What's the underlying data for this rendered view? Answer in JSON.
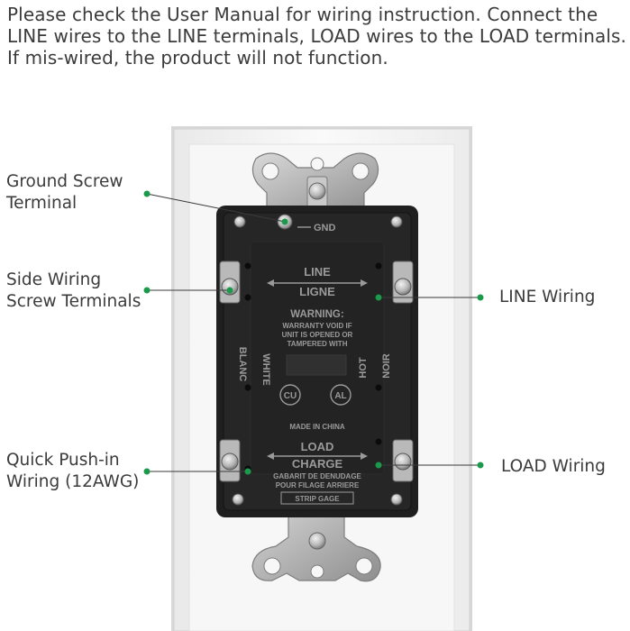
{
  "instructions": {
    "lines": [
      "Please check the User Manual for wiring instruction. Connect the",
      "LINE wires to the LINE terminals, LOAD wires to the LOAD terminals.",
      "If mis-wired, the product will not function."
    ]
  },
  "callouts": {
    "ground_screw": [
      "Ground Screw",
      "Terminal"
    ],
    "side_wiring": [
      "Side Wiring",
      "Screw Terminals"
    ],
    "quick_pushin": [
      "Quick Push-in",
      "Wiring (12AWG)"
    ],
    "line_wiring": "LINE Wiring",
    "load_wiring": "LOAD Wiring"
  },
  "embossed": {
    "gnd": "GND",
    "line": "LINE",
    "ligne": "LIGNE",
    "warning": "WARNING:",
    "warning_1": "WARRANTY VOID IF",
    "warning_2": "UNIT IS OPENED OR",
    "warning_3": "TAMPERED WITH",
    "white": "WHITE",
    "blanc": "BLANC",
    "hot": "HOT",
    "noir": "NOIR",
    "cu": "CU",
    "al": "AL",
    "made_in": "MADE IN CHINA",
    "load": "LOAD",
    "charge": "CHARGE",
    "gage_1": "GABARIT DE DENUDAGE",
    "gage_2": "POUR FILAGE ARRIERE",
    "strip_gage": "STRIP GAGE"
  },
  "colors": {
    "callout_dot": "#1a9a4a",
    "body": "#202020",
    "plate": "#f4f4f4"
  }
}
